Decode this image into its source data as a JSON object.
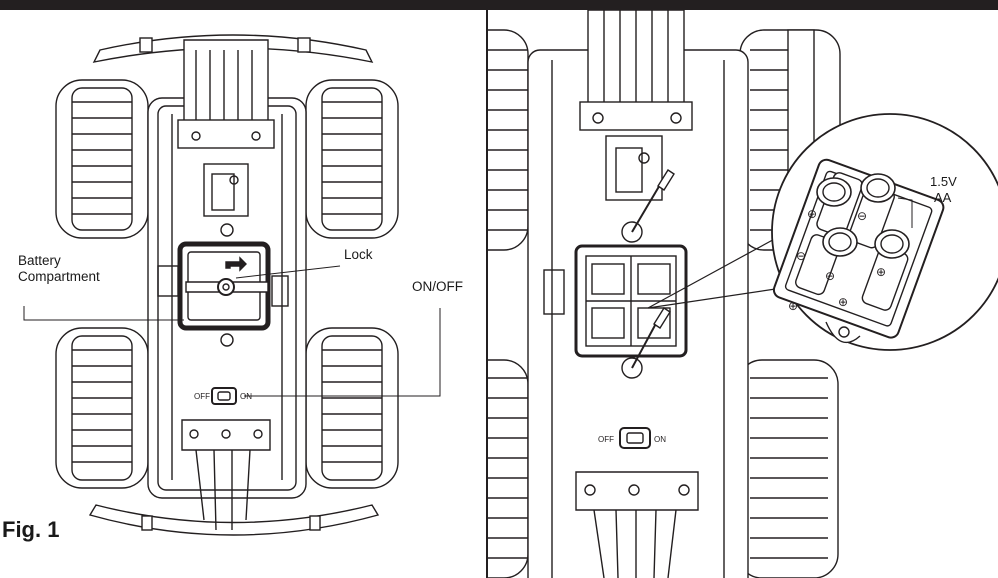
{
  "figure": {
    "caption": "Fig. 1",
    "callouts": {
      "battery_line1": "Battery",
      "battery_line2": "Compartment",
      "lock": "Lock",
      "on_off": "ON/OFF",
      "voltage": "1.5V",
      "battery_type": "AA"
    },
    "switch": {
      "off_label": "OFF",
      "on_label": "ON"
    },
    "battery_polarity": {
      "plus": "⊕",
      "minus": "⊖"
    },
    "colors": {
      "ink": "#231f20",
      "background": "#ffffff"
    }
  }
}
